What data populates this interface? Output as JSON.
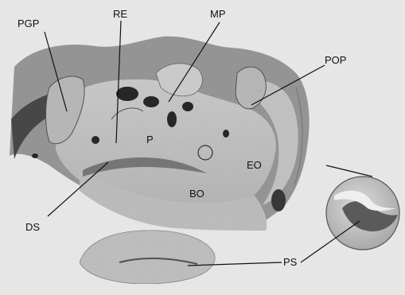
{
  "labels": {
    "pgp": "PGP",
    "re": "RE",
    "mp": "MP",
    "pop": "POP",
    "p": "P",
    "eo": "EO",
    "bo": "BO",
    "ds": "DS",
    "ps": "PS"
  },
  "colors": {
    "background": "#e6e6e6",
    "bone_light": "#d4d4d4",
    "bone_mid": "#b5b5b5",
    "bone_dark": "#6e6e6e",
    "cavity": "#2a2a2a",
    "line": "#111111"
  }
}
